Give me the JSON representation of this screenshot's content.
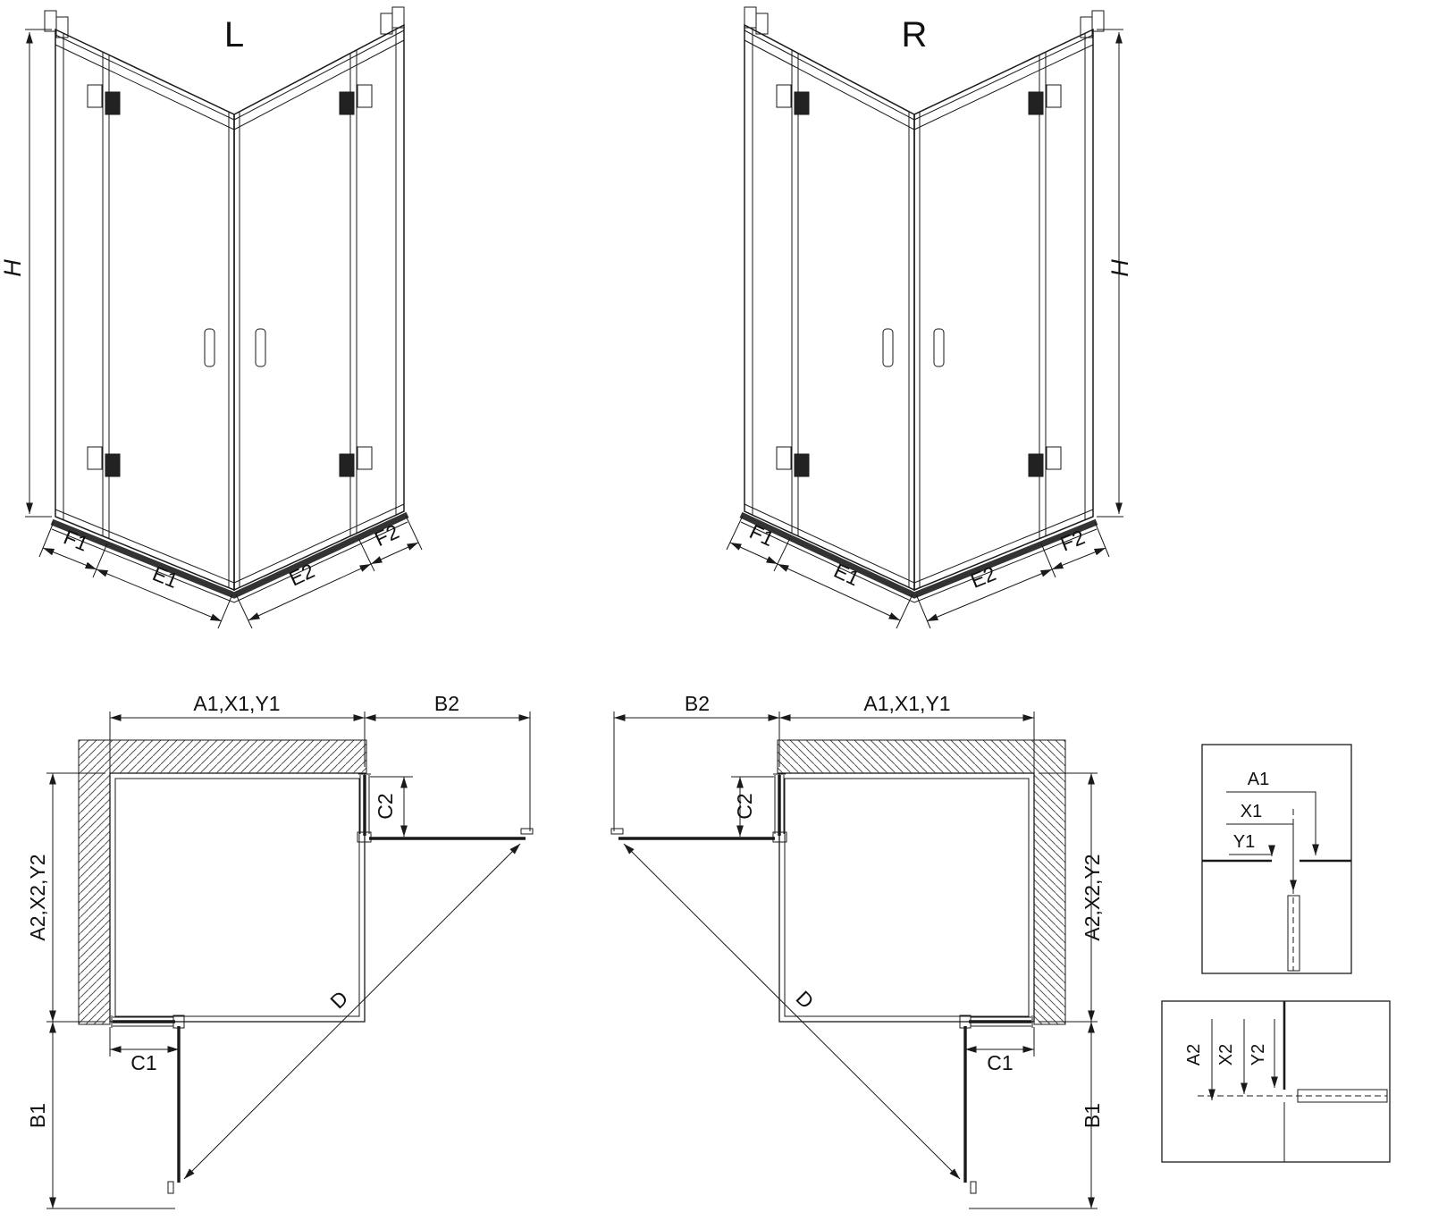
{
  "view_3d_left": {
    "label": "L",
    "dim_height": "H",
    "dim_f1": "F1",
    "dim_e1": "E1",
    "dim_e2": "E2",
    "dim_f2": "F2"
  },
  "view_3d_right": {
    "label": "R",
    "dim_height": "H",
    "dim_f1": "F1",
    "dim_e1": "E1",
    "dim_e2": "E2",
    "dim_f2": "F2"
  },
  "plan_left": {
    "dim_top_width": "A1,X1,Y1",
    "dim_door_b2": "B2",
    "dim_c2": "C2",
    "dim_side_depth": "A2,X2,Y2",
    "dim_c1": "C1",
    "dim_door_b1": "B1",
    "dim_diagonal": "D"
  },
  "plan_right": {
    "dim_top_width": "A1,X1,Y1",
    "dim_door_b2": "B2",
    "dim_c2": "C2",
    "dim_side_depth": "A2,X2,Y2",
    "dim_c1": "C1",
    "dim_door_b1": "B1",
    "dim_diagonal": "D"
  },
  "detail_top": {
    "dim_a1": "A1",
    "dim_x1": "X1",
    "dim_y1": "Y1"
  },
  "detail_bottom": {
    "dim_a2": "A2",
    "dim_x2": "X2",
    "dim_y2": "Y2"
  },
  "colors": {
    "line": "#1a1a1a",
    "background": "#ffffff"
  }
}
